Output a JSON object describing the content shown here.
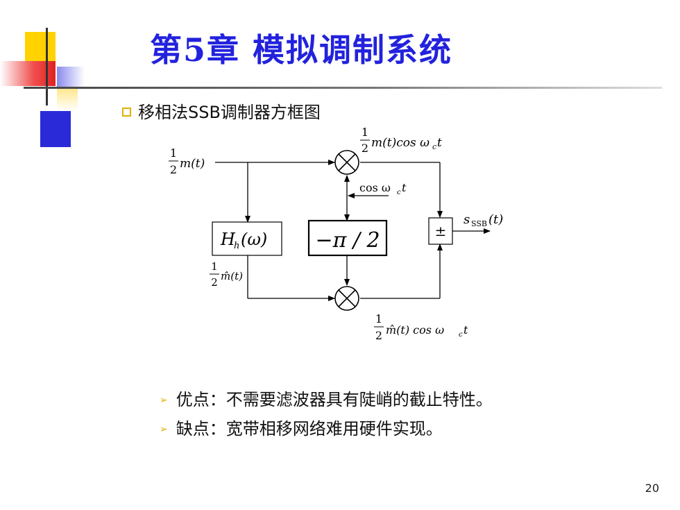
{
  "slide": {
    "title": "第5章 模拟调制系统",
    "subtitle": "移相法SSB调制器方框图",
    "bullets": [
      {
        "label": "优点：不需要滤波器具有陡峭的截止特性。"
      },
      {
        "label": "缺点：宽带相移网络难用硬件实现。"
      }
    ],
    "page_number": "20"
  },
  "diagram": {
    "input_label": "m(t)",
    "input_coef_num": "1",
    "input_coef_den": "2",
    "top_mult_out_fraction_num": "1",
    "top_mult_out_fraction_den": "2",
    "top_mult_out": "m(t)cos ω",
    "top_mult_out_sub": "c",
    "top_mult_out_t": "t",
    "carrier": "cos ω",
    "carrier_sub": "c",
    "carrier_t": "t",
    "hilbert_block": "H",
    "hilbert_sub": "h",
    "hilbert_arg": "(ω)",
    "phase_block": "−π / 2",
    "adder_symbol": "±",
    "output": "s",
    "output_sub": "SSB",
    "output_arg": "(t)",
    "hilbert_out_num": "1",
    "hilbert_out_den": "2",
    "hilbert_out": "m̂(t)",
    "bottom_mult_out_num": "1",
    "bottom_mult_out_den": "2",
    "bottom_mult_out": "m̂(t) cos ω",
    "bottom_mult_out_sub": "c",
    "bottom_mult_out_t": "t",
    "multiplier_symbol": "⊗"
  },
  "colors": {
    "title": "#2222dd",
    "deco_yellow": "#ffd200",
    "deco_blue": "#2a2ad8",
    "deco_red": "#e02020",
    "bullet_accent": "#e0b000"
  }
}
